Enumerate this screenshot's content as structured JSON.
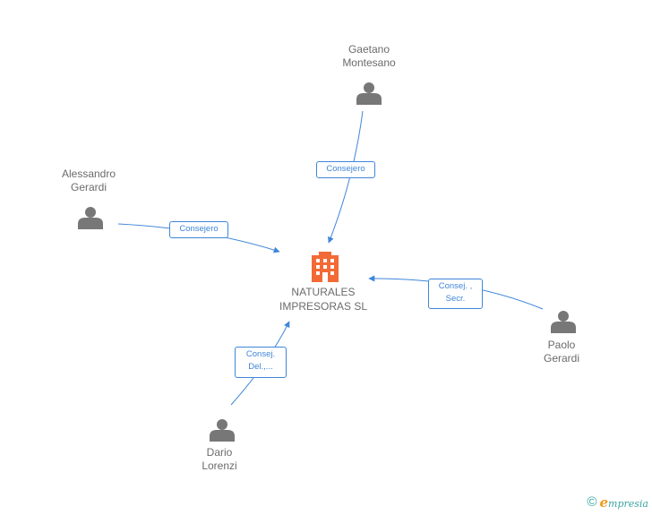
{
  "company": {
    "name": "NATURALES\nIMPRESORAS SL",
    "icon": "building-icon",
    "color": "#f26a36"
  },
  "people": [
    {
      "id": "gaetano",
      "name": "Gaetano\nMontesano",
      "icon": "person-icon"
    },
    {
      "id": "alessandro",
      "name": "Alessandro\nGerardi",
      "icon": "person-icon"
    },
    {
      "id": "paolo",
      "name": "Paolo\nGerardi",
      "icon": "person-icon"
    },
    {
      "id": "dario",
      "name": "Dario\nLorenzi",
      "icon": "person-icon"
    }
  ],
  "edges": [
    {
      "from": "gaetano",
      "role": "Consejero"
    },
    {
      "from": "alessandro",
      "role": "Consejero"
    },
    {
      "from": "paolo",
      "role": "Consej. ,\nSecr."
    },
    {
      "from": "dario",
      "role": "Consej.\nDel.,..."
    }
  ],
  "footer": {
    "copyright": "©",
    "brand_initial": "e",
    "brand_rest": "mpresia"
  },
  "colors": {
    "edge": "#3f86d9",
    "person": "#777777",
    "text": "#6b6b6b",
    "brand": "#3aa6a0"
  }
}
